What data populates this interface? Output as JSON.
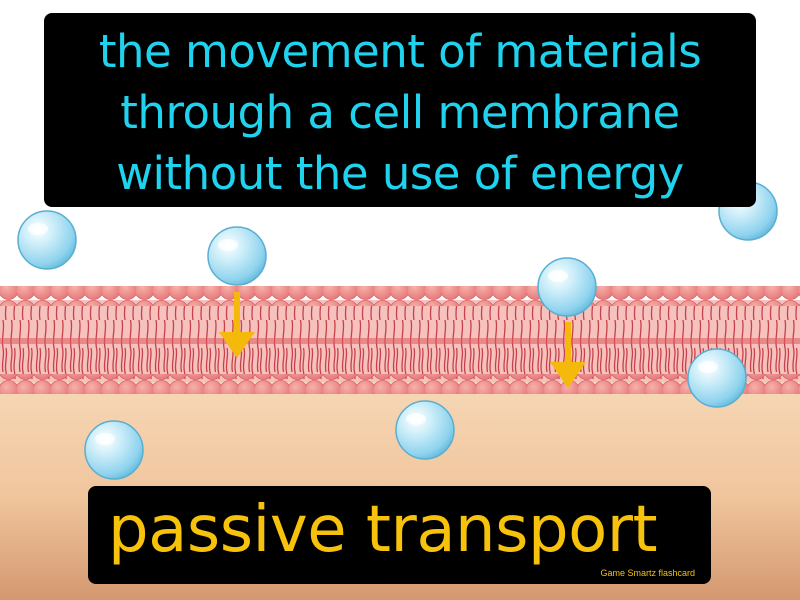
{
  "definition": {
    "lines": [
      "the movement of materials",
      "through a cell membrane",
      "without the use of energy"
    ]
  },
  "term": "passive transport",
  "brand": "Game Smartz flashcard",
  "colors": {
    "definition_text": "#1fd3ee",
    "term_text": "#f7c20c",
    "label_background": "#000000",
    "membrane_head": "#ee8a84",
    "membrane_tail": "#d24f56",
    "arrow": "#f5b90c",
    "inside_cell": "#f1c8a0"
  },
  "icons": [
    "molecule-icon",
    "downward-arrow-icon"
  ]
}
